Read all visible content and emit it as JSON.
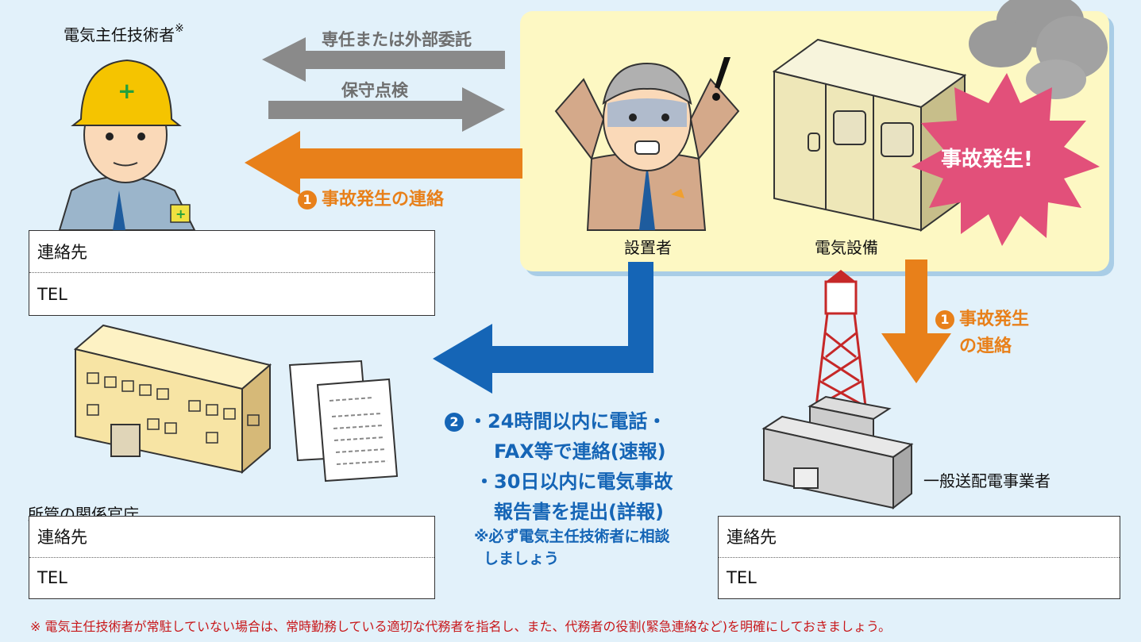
{
  "engineer": {
    "title": "電気主任技術者",
    "mark": "※"
  },
  "arrows": {
    "delegation": "専任または外部委託",
    "maintenance": "保守点検",
    "notify_engineer": {
      "num": "1",
      "text": "事故発生の連絡"
    },
    "notify_utility": {
      "num": "1",
      "line1": "事故発生",
      "line2": "の連絡"
    }
  },
  "installer": {
    "label": "設置者",
    "exclaim": "!"
  },
  "equipment": {
    "label": "電気設備"
  },
  "accident_burst": "事故発生!",
  "contact_boxes": {
    "engineer": {
      "contact": "連絡先",
      "tel": "TEL"
    },
    "office": {
      "contact": "連絡先",
      "tel": "TEL"
    },
    "utility": {
      "contact": "連絡先",
      "tel": "TEL"
    }
  },
  "office": {
    "label": "所管の関係官庁"
  },
  "utility": {
    "label": "一般送配電事業者"
  },
  "report": {
    "num": "2",
    "line1": "・24時間以内に電話・",
    "line2": "FAX等で連絡(速報)",
    "line3": "・30日以内に電気事故",
    "line4": "報告書を提出(詳報)",
    "note1": "※必ず電気主任技術者に相談",
    "note2": "しましょう"
  },
  "footer": "※ 電気主任技術者が常駐していない場合は、常時勤務している適切な代務者を指名し、また、代務者の役割(緊急連絡など)を明確にしておきましょう。",
  "colors": {
    "background": "#e2f1fa",
    "panel": "#fdf8c3",
    "orange": "#e8801a",
    "blue": "#1565b6",
    "gray_arrow": "#8a8a8a",
    "burst": "#e2507a",
    "footer_text": "#c8181b"
  }
}
